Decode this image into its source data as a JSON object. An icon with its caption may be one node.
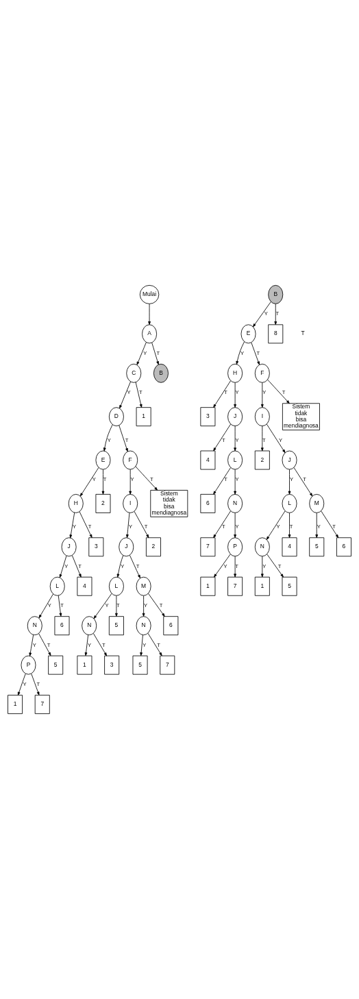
{
  "diagram": {
    "nodes": [
      {
        "text": [
          "Mulai"
        ]
      },
      {
        "text": [
          "A"
        ]
      },
      {
        "text": [
          "C"
        ]
      },
      {
        "text": [
          "B"
        ]
      },
      {
        "text": [
          "D"
        ]
      },
      {
        "text": [
          "1"
        ]
      },
      {
        "text": [
          "E"
        ]
      },
      {
        "text": [
          "F"
        ]
      },
      {
        "text": [
          "H"
        ]
      },
      {
        "text": [
          "2"
        ]
      },
      {
        "text": [
          "I"
        ]
      },
      {
        "text": [
          "Sistem tidak bisa mendiagnosa"
        ]
      },
      {
        "text": [
          "J"
        ]
      },
      {
        "text": [
          "3"
        ]
      },
      {
        "text": [
          "J"
        ]
      },
      {
        "text": [
          "2"
        ]
      },
      {
        "text": [
          "L"
        ]
      },
      {
        "text": [
          "4"
        ]
      },
      {
        "text": [
          "L"
        ]
      },
      {
        "text": [
          "M"
        ]
      },
      {
        "text": [
          "N"
        ]
      },
      {
        "text": [
          "6"
        ]
      },
      {
        "text": [
          "N"
        ]
      },
      {
        "text": [
          "5"
        ]
      },
      {
        "text": [
          "N"
        ]
      },
      {
        "text": [
          "6"
        ]
      },
      {
        "text": [
          "P"
        ]
      },
      {
        "text": [
          "5"
        ]
      },
      {
        "text": [
          "1"
        ]
      },
      {
        "text": [
          "3"
        ]
      },
      {
        "text": [
          "5"
        ]
      },
      {
        "text": [
          "7"
        ]
      },
      {
        "text": [
          "1"
        ]
      },
      {
        "text": [
          "7"
        ]
      },
      {
        "text": [
          "B"
        ]
      },
      {
        "text": [
          "E"
        ]
      },
      {
        "text": [
          "8"
        ]
      },
      {
        "text": [
          "H"
        ]
      },
      {
        "text": [
          "F"
        ]
      },
      {
        "text": [
          "3"
        ]
      },
      {
        "text": [
          "I"
        ]
      },
      {
        "text": [
          "Sistem tidak bisa mendiagnosa"
        ]
      },
      {
        "text": [
          "J"
        ]
      },
      {
        "text": [
          "2"
        ]
      },
      {
        "text": [
          "J"
        ]
      },
      {
        "text": [
          "4"
        ]
      },
      {
        "text": [
          "L"
        ]
      },
      {
        "text": [
          "M"
        ]
      },
      {
        "text": [
          "L"
        ]
      },
      {
        "text": [
          "6"
        ]
      },
      {
        "text": [
          "N"
        ]
      },
      {
        "text": [
          "4"
        ]
      },
      {
        "text": [
          "5"
        ]
      },
      {
        "text": [
          "6"
        ]
      },
      {
        "text": [
          "N"
        ]
      },
      {
        "text": [
          "7"
        ]
      },
      {
        "text": [
          "1"
        ]
      },
      {
        "text": [
          "5"
        ]
      },
      {
        "text": [
          "P"
        ]
      },
      {
        "text": [
          "1"
        ]
      },
      {
        "text": [
          "7"
        ]
      }
    ],
    "edges": [
      {
        "from": 0,
        "to": 1,
        "arrow": "to"
      },
      {
        "from": 1,
        "to": 2,
        "arrow": "to",
        "label": "Y"
      },
      {
        "from": 1,
        "to": 3,
        "arrow": "to",
        "label": "T"
      },
      {
        "from": 2,
        "to": 4,
        "arrow": "to",
        "label": "Y"
      },
      {
        "from": 2,
        "to": 5,
        "arrow": "to",
        "label": "T"
      },
      {
        "from": 4,
        "to": 6,
        "arrow": "to",
        "label": "Y"
      },
      {
        "from": 4,
        "to": 7,
        "arrow": "to",
        "label": "T"
      },
      {
        "from": 6,
        "to": 8,
        "arrow": "to",
        "label": "Y"
      },
      {
        "from": 6,
        "to": 9,
        "arrow": "to",
        "label": "T"
      },
      {
        "from": 7,
        "to": 10,
        "arrow": "to",
        "label": "Y"
      },
      {
        "from": 7,
        "to": 11,
        "arrow": "to",
        "label": "T"
      },
      {
        "from": 8,
        "to": 12,
        "arrow": "to",
        "label": "Y"
      },
      {
        "from": 8,
        "to": 13,
        "arrow": "to",
        "label": "T"
      },
      {
        "from": 10,
        "to": 14,
        "arrow": "to",
        "label": "Y"
      },
      {
        "from": 10,
        "to": 15,
        "arrow": "to",
        "label": "T"
      },
      {
        "from": 12,
        "to": 16,
        "arrow": "to",
        "label": "Y"
      },
      {
        "from": 12,
        "to": 17,
        "arrow": "to",
        "label": "T"
      },
      {
        "from": 14,
        "to": 18,
        "arrow": "to",
        "label": "Y"
      },
      {
        "from": 14,
        "to": 19,
        "arrow": "to",
        "label": "T"
      },
      {
        "from": 16,
        "to": 20,
        "arrow": "to",
        "label": "Y"
      },
      {
        "from": 16,
        "to": 21,
        "arrow": "to",
        "label": "T"
      },
      {
        "from": 18,
        "to": 22,
        "arrow": "to",
        "label": "Y"
      },
      {
        "from": 18,
        "to": 23,
        "arrow": "to",
        "label": "T"
      },
      {
        "from": 19,
        "to": 24,
        "arrow": "to",
        "label": "Y"
      },
      {
        "from": 19,
        "to": 25,
        "arrow": "to",
        "label": "T"
      },
      {
        "from": 20,
        "to": 26,
        "arrow": "to",
        "label": "Y"
      },
      {
        "from": 20,
        "to": 27,
        "arrow": "to",
        "label": "T"
      },
      {
        "from": 22,
        "to": 28,
        "arrow": "to",
        "label": "Y"
      },
      {
        "from": 22,
        "to": 29,
        "arrow": "to",
        "label": "T"
      },
      {
        "from": 24,
        "to": 30,
        "arrow": "to",
        "label": "Y"
      },
      {
        "from": 24,
        "to": 31,
        "arrow": "to",
        "label": "T"
      },
      {
        "from": 26,
        "to": 32,
        "arrow": "to",
        "label": "Y"
      },
      {
        "from": 26,
        "to": 33,
        "arrow": "to",
        "label": "T"
      },
      {
        "from": 34,
        "to": 35,
        "arrow": "to",
        "label": "Y"
      },
      {
        "from": 34,
        "to": 36,
        "arrow": "to",
        "label": "T"
      },
      {
        "from": 35,
        "to": 37,
        "arrow": "to",
        "label": "Y"
      },
      {
        "from": 35,
        "to": 38,
        "arrow": "to",
        "label": "T"
      },
      {
        "from": 37,
        "to": 42,
        "arrow": "to",
        "label": "Y"
      },
      {
        "from": 37,
        "to": 39,
        "arrow": "to",
        "label": "T"
      },
      {
        "from": 38,
        "to": 40,
        "arrow": "to",
        "label": "Y"
      },
      {
        "from": 38,
        "to": 41,
        "arrow": "to",
        "label": "T"
      },
      {
        "from": 40,
        "to": 44,
        "arrow": "to",
        "label": "Y"
      },
      {
        "from": 40,
        "to": 43,
        "arrow": "to",
        "label": "T"
      },
      {
        "from": 42,
        "to": 48,
        "arrow": "to",
        "label": "Y"
      },
      {
        "from": 42,
        "to": 45,
        "arrow": "to",
        "label": "T"
      },
      {
        "from": 44,
        "to": 46,
        "arrow": "to",
        "label": "Y"
      },
      {
        "from": 44,
        "to": 47,
        "arrow": "to",
        "label": "T"
      },
      {
        "from": 48,
        "to": 54,
        "arrow": "to",
        "label": "Y"
      },
      {
        "from": 48,
        "to": 49,
        "arrow": "to",
        "label": "T"
      },
      {
        "from": 46,
        "to": 50,
        "arrow": "to",
        "label": "Y"
      },
      {
        "from": 46,
        "to": 51,
        "arrow": "to",
        "label": "T"
      },
      {
        "from": 47,
        "to": 52,
        "arrow": "to",
        "label": "Y"
      },
      {
        "from": 47,
        "to": 53,
        "arrow": "to",
        "label": "T"
      },
      {
        "from": 54,
        "to": 58,
        "arrow": "to",
        "label": "Y"
      },
      {
        "from": 54,
        "to": 55,
        "arrow": "to",
        "label": "T"
      },
      {
        "from": 50,
        "to": 56,
        "arrow": "to",
        "label": "Y"
      },
      {
        "from": 50,
        "to": 57,
        "arrow": "to",
        "label": "T"
      },
      {
        "from": 58,
        "to": 59,
        "arrow": "to",
        "label": "Y"
      },
      {
        "from": 58,
        "to": 60,
        "arrow": "to",
        "label": "T"
      }
    ],
    "labels": [
      "T"
    ]
  }
}
